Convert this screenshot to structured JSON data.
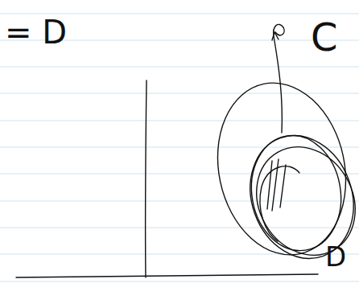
{
  "diagram": {
    "labels": [
      "= D",
      "C",
      "D"
    ]
  }
}
